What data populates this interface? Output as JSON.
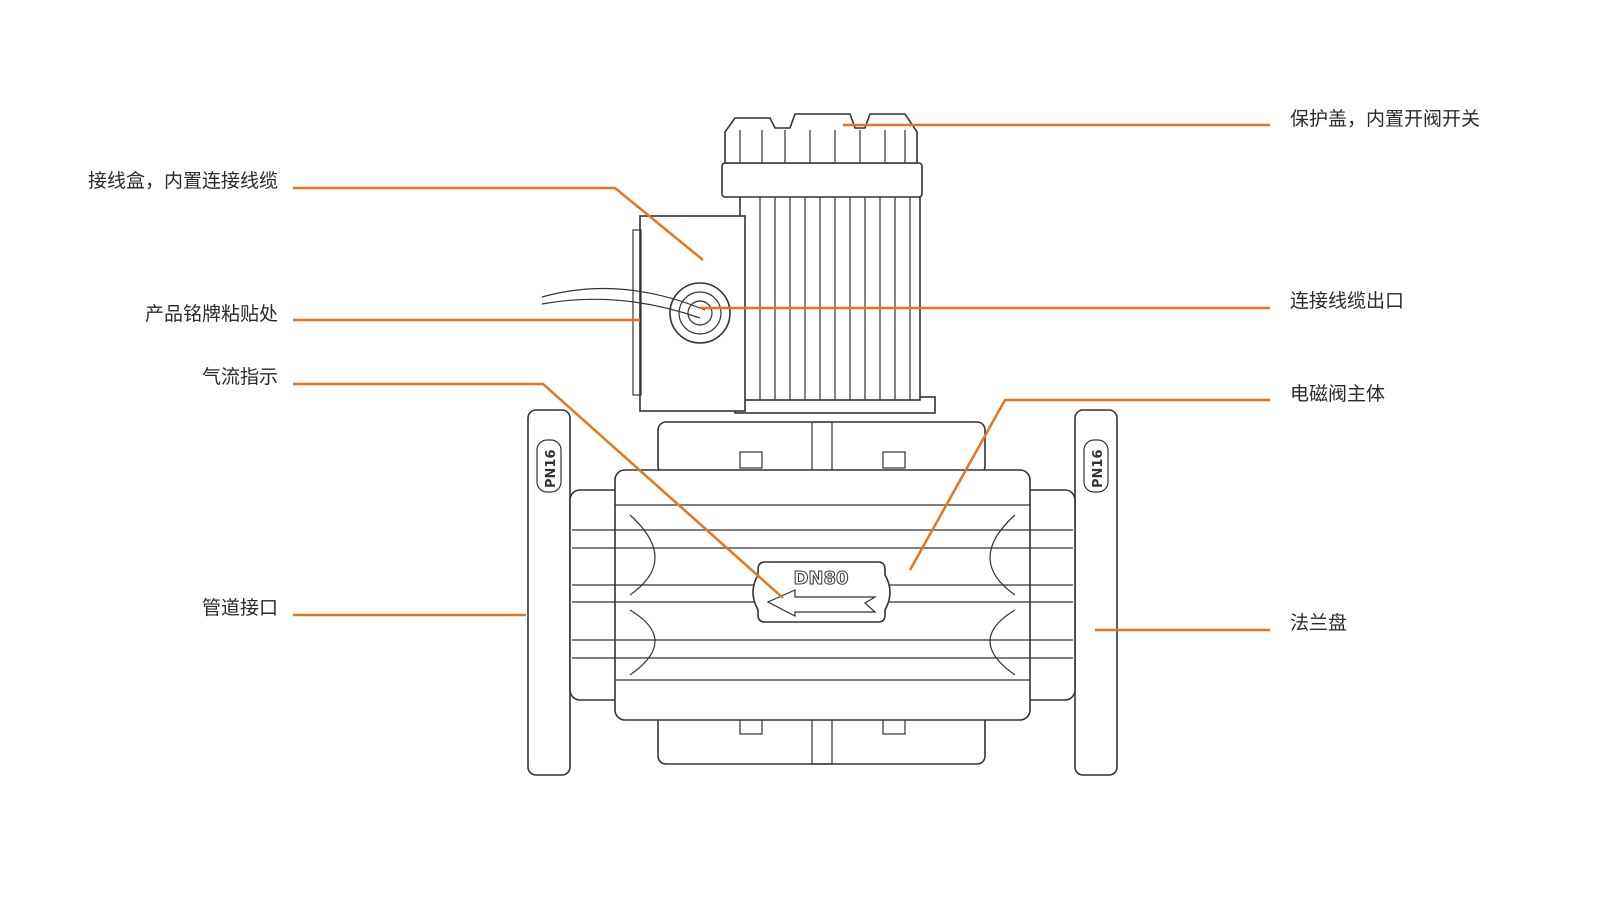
{
  "diagram": {
    "accent_color": "#e8741e",
    "nameplate": {
      "size": "DN80",
      "pressure": "PN16"
    },
    "labels_left": [
      "接线盒，内置连接线缆",
      "产品铭牌粘贴处",
      "气流指示",
      "管道接口"
    ],
    "labels_right": [
      "保护盖，内置开阀开关",
      "连接线缆出口",
      "电磁阀主体",
      "法兰盘"
    ]
  }
}
